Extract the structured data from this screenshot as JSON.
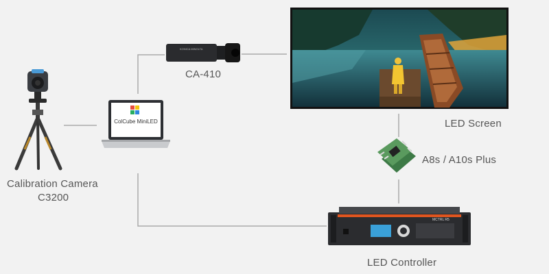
{
  "labels": {
    "camera_line1": "Calibration Camera",
    "camera_line2": "C3200",
    "ca410": "CA-410",
    "led_screen": "LED Screen",
    "receiver": "A8s / A10s Plus",
    "controller": "LED Controller",
    "laptop_app": "ColCube MiniLED",
    "controller_model": "MCTRL R5",
    "ca410_brand": "KONICA MINOLTA"
  },
  "colors": {
    "background": "#f2f2f2",
    "connector": "#a9a9a9",
    "label": "#555555",
    "controller_accent": "#e0551f"
  },
  "icons": [
    "tripod-camera-icon",
    "laptop-icon",
    "probe-icon",
    "screen-photo-icon",
    "receiver-card-icon",
    "controller-rack-icon"
  ]
}
